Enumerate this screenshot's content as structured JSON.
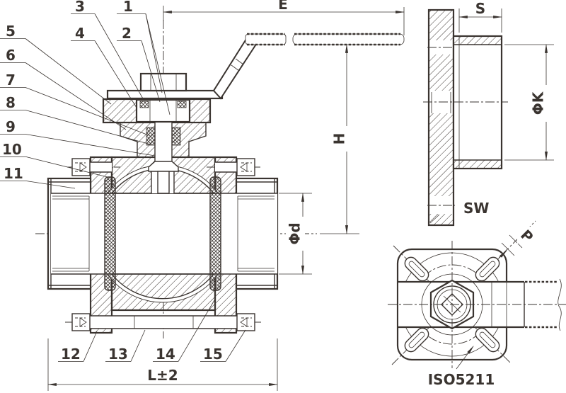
{
  "page": {
    "background": "#ffffff",
    "line_color": "#3a3430",
    "description": "Engineering sectional drawing of a 3-piece ball valve with lever handle, side flange view and ISO5211 mounting pad view"
  },
  "part_numbers": [
    "1",
    "2",
    "3",
    "4",
    "5",
    "6",
    "7",
    "8",
    "9",
    "10",
    "11",
    "12",
    "13",
    "14",
    "15"
  ],
  "dimensions": {
    "E": "E",
    "H": "H",
    "phi_d": "Φd",
    "L": "L±2",
    "S": "S",
    "phi_K": "ΦK",
    "SW": "SW",
    "P": "P",
    "ISO": "ISO5211"
  }
}
